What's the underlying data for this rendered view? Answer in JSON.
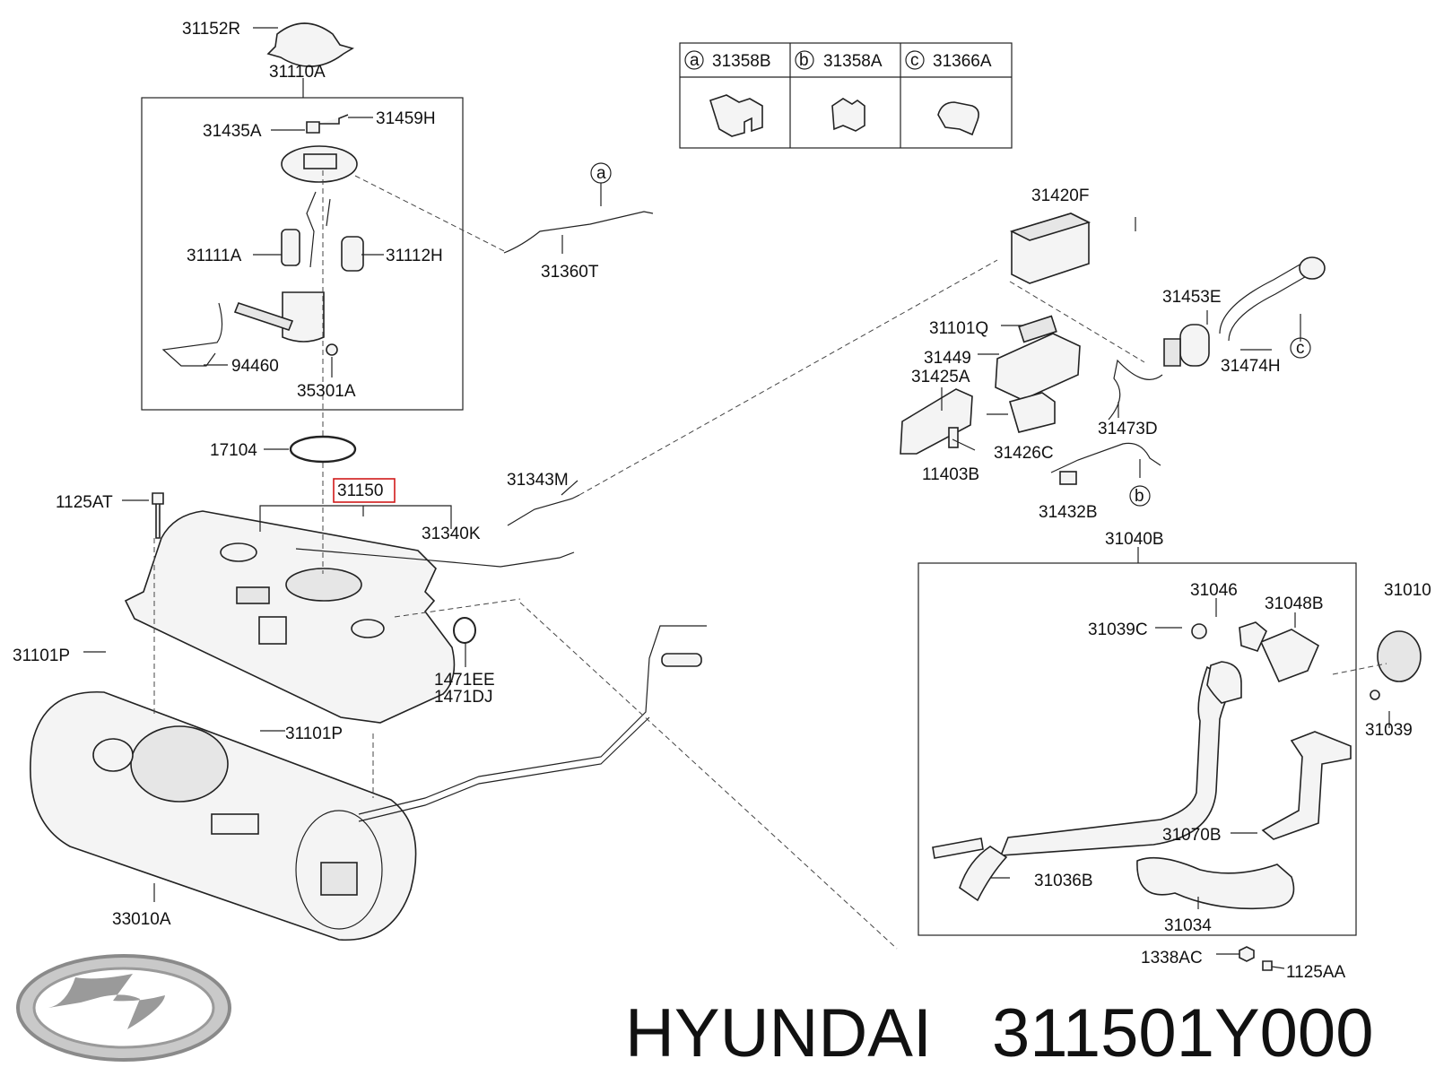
{
  "brand": "HYUNDAI",
  "part_number": "311501Y000",
  "legend": {
    "a": {
      "code": "31358B",
      "letter": "a"
    },
    "b": {
      "code": "31358A",
      "letter": "b"
    },
    "c": {
      "code": "31366A",
      "letter": "c"
    }
  },
  "callouts": {
    "a": "a",
    "b": "b",
    "c": "c"
  },
  "highlight_color": "#d11a1a",
  "labels": {
    "p31152R": "31152R",
    "p31110A": "31110A",
    "p31435A": "31435A",
    "p31459H": "31459H",
    "p31111A": "31111A",
    "p31112H": "31112H",
    "p94460": "94460",
    "p35301A": "35301A",
    "p17104": "17104",
    "p31150": "31150",
    "p1125AT": "1125AT",
    "p31340K": "31340K",
    "p31343M": "31343M",
    "p31360T": "31360T",
    "p31420F": "31420F",
    "p31453E": "31453E",
    "p31101Q": "31101Q",
    "p31449": "31449",
    "p31425A": "31425A",
    "p31474H": "31474H",
    "p31473D": "31473D",
    "p31426C": "31426C",
    "p11403B": "11403B",
    "p31432B": "31432B",
    "p31040B": "31040B",
    "p31046": "31046",
    "p31048B": "31048B",
    "p31010": "31010",
    "p31039C": "31039C",
    "p31039": "31039",
    "p31101P_a": "31101P",
    "p31101P_b": "31101P",
    "p1471EE": "1471EE",
    "p1471DJ": "1471DJ",
    "p33010A": "33010A",
    "p31070B": "31070B",
    "p31036B": "31036B",
    "p31034": "31034",
    "p1338AC": "1338AC",
    "p1125AA": "1125AA"
  }
}
